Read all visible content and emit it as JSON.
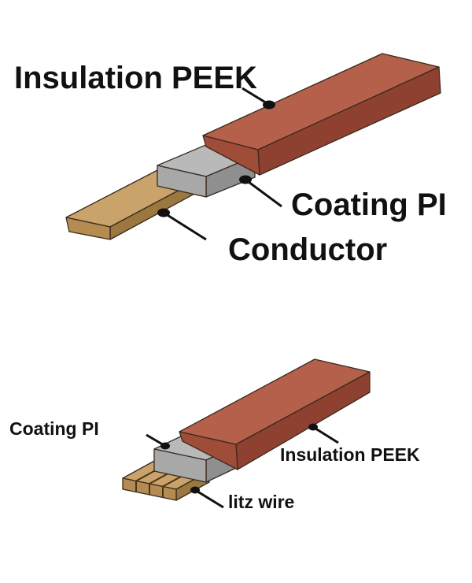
{
  "figure_top": {
    "labels": {
      "insulation": "Insulation PEEK",
      "coating": "Coating PI",
      "conductor": "Conductor"
    }
  },
  "figure_bottom": {
    "labels": {
      "coating": "Coating PI",
      "insulation": "Insulation PEEK",
      "litz": "litz wire"
    }
  },
  "colors": {
    "peek_top": "#b5604a",
    "peek_side": "#8e4130",
    "peek_end": "#9f4c38",
    "pi_top": "#b9b9b9",
    "pi_side": "#8f8f8f",
    "pi_end": "#a8a8a8",
    "copper_top": "#c9a36a",
    "copper_side": "#9b7840",
    "copper_end": "#b48c52"
  }
}
